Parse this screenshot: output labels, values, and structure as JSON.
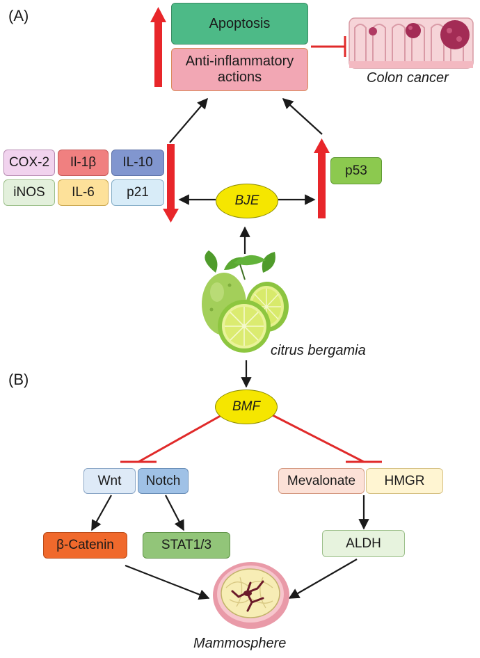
{
  "panels": {
    "a_label": "(A)",
    "b_label": "(B)"
  },
  "outcomes": {
    "apoptosis": "Apoptosis",
    "anti_inflammatory": "Anti-inflammatory actions",
    "colon_cancer": "Colon cancer"
  },
  "down_markers": [
    "COX-2",
    "Il-1β",
    "IL-10",
    "iNOS",
    "IL-6",
    "p21"
  ],
  "up_markers": [
    "p53"
  ],
  "extracts": {
    "bje": "BJE",
    "bmf": "BMF"
  },
  "plant": {
    "name": "citrus bergamia"
  },
  "pathways": {
    "wnt": "Wnt",
    "notch": "Notch",
    "mevalonate": "Mevalonate",
    "hmgr": "HMGR",
    "beta_catenin": "β-Catenin",
    "stat": "STAT1/3",
    "aldh": "ALDH"
  },
  "result": {
    "mammosphere": "Mammosphere"
  },
  "colors": {
    "apoptosis": "#4dba87",
    "anti_inflammatory": "#f2a7b4",
    "ellipse": "#f5e600",
    "inhibit_line": "#e02a2a",
    "arrow_red": "#e8262a",
    "cox2": "#f1d3ee",
    "il1b": "#f08080",
    "il10": "#8196cf",
    "inos": "#e3f0dc",
    "il6": "#fde19a",
    "p21": "#d8ecf8",
    "p53": "#8cc94f",
    "wnt": "#deeaf7",
    "notch": "#9fc1e6",
    "mevalonate": "#fce1d7",
    "hmgr": "#fff5d2",
    "beta_catenin": "#f0692c",
    "stat": "#92c579",
    "aldh": "#e7f3de"
  }
}
